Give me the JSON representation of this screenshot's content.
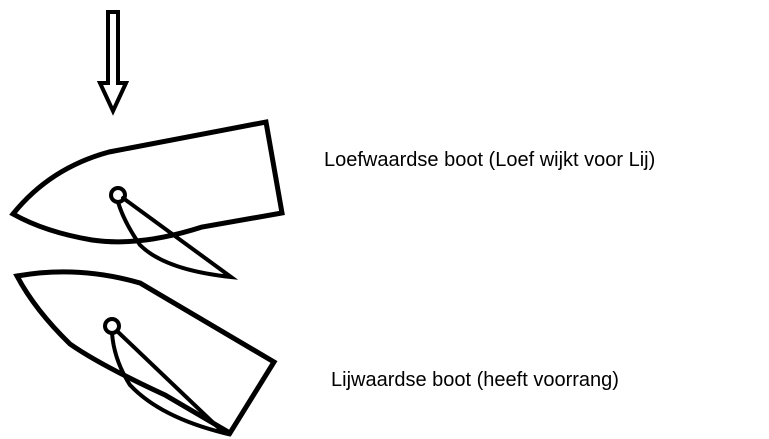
{
  "labels": {
    "windward_boat": "Loefwaardse boot (Loef wijkt voor Lij)",
    "leeward_boat": "Lijwaardse boot (heeft voorrang)"
  },
  "colors": {
    "stroke": "#000000",
    "background": "#ffffff"
  },
  "icons": {
    "wind_direction": "double-shaft-down-arrow"
  }
}
